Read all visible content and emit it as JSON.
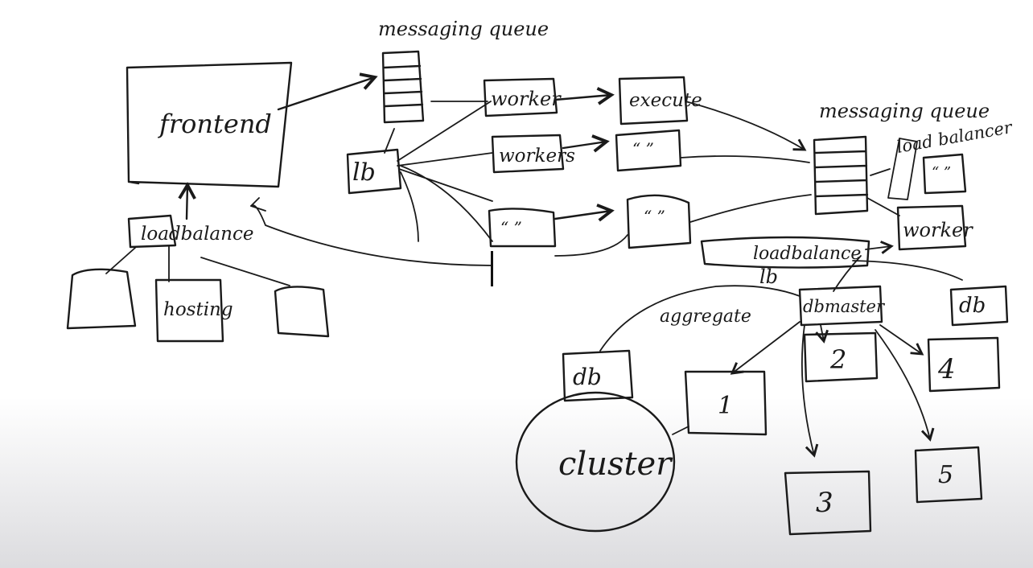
{
  "colors": {
    "board_top": "#ffffff",
    "board_bottom": "#dcdcdf",
    "ink": "#1a1a1a"
  },
  "labels": {
    "frontend": "frontend",
    "load_balance_left": "loadbalance",
    "hosting": "hosting",
    "messaging_queue_top": "messaging queue",
    "lb_small": "lb",
    "worker_1": "worker",
    "workers_2": "workers",
    "execute": "execute",
    "ditto_1": "“ ”",
    "ditto_2": "“ ”",
    "ditto_3": "“ ”",
    "messaging_queue_right": "messaging queue",
    "load_balancer_right": "load balancer",
    "ditto_right": "“ ”",
    "worker_right": "worker",
    "load_balance_mid": "loadbalance",
    "lb_mid": "lb",
    "aggregate": "aggregate",
    "db_master": "dbmaster",
    "db_right": "db",
    "db_left": "db",
    "cluster": "cluster",
    "node_1": "1",
    "node_2": "2",
    "node_3": "3",
    "node_4": "4",
    "node_5": "5"
  },
  "cursor_icon": "text-cursor-icon"
}
